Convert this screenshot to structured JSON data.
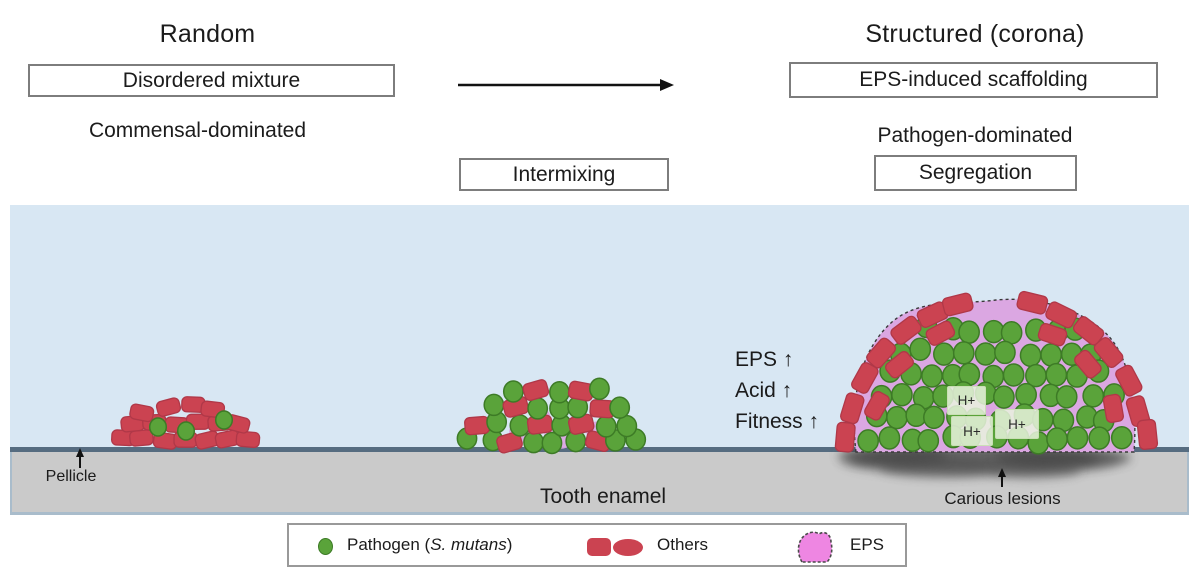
{
  "stage_left": {
    "heading": "Random",
    "box": "Disordered mixture",
    "subtitle": "Commensal-dominated"
  },
  "transition": {
    "box": "Intermixing"
  },
  "stage_right": {
    "heading": "Structured (corona)",
    "box": "EPS-induced scaffolding",
    "subtitle": "Pathogen-dominated",
    "box2": "Segregation"
  },
  "panel": {
    "pellicle_label": "Pellicle",
    "enamel_label": "Tooth enamel",
    "carious_label": "Carious lesions",
    "annotations": {
      "eps": "EPS ↑",
      "acid": "Acid ↑",
      "fitness": "Fitness ↑"
    },
    "hplus": [
      "H+",
      "H+",
      "H+"
    ]
  },
  "legend": {
    "pathogen_prefix": "Pathogen (",
    "pathogen_species": "S. mutans",
    "pathogen_suffix": ")",
    "others": "Others",
    "eps": "EPS"
  },
  "icons": {
    "flow_arrow": "right-arrow-icon",
    "pellicle_arrow": "up-arrow-icon",
    "carious_arrow": "up-arrow-icon"
  },
  "colors": {
    "ink": "#1b1b1b",
    "box_border": "#7d7d7d",
    "sky": "#d8e7f3",
    "enamel": "#cacaca",
    "enamel_border": "#a9bccb",
    "pellicle": "#566c80",
    "pathogen_green": "#5aa33a",
    "pathogen_green_stroke": "#3d7b26",
    "others_red": "#cb4351",
    "others_red_stroke": "#b03848",
    "eps_matrix": "#dba7e2",
    "eps_legend": "#ee86e2",
    "shadow": "#474747",
    "hplus_bg": "rgba(233,243,222,0.85)"
  }
}
